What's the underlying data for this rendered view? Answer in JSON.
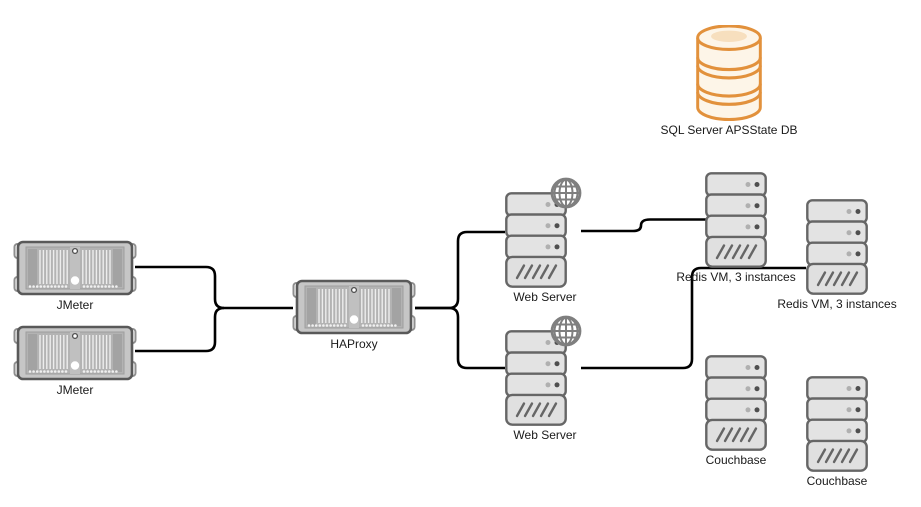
{
  "diagram": {
    "nodes": {
      "jmeter1": {
        "label": "JMeter",
        "type": "rack-server"
      },
      "jmeter2": {
        "label": "JMeter",
        "type": "rack-server"
      },
      "haproxy": {
        "label": "HAProxy",
        "type": "rack-server"
      },
      "webserver1": {
        "label": "Web Server",
        "type": "tower-server",
        "badge": "globe"
      },
      "webserver2": {
        "label": "Web Server",
        "type": "tower-server",
        "badge": "globe"
      },
      "redis1": {
        "label": "Redis VM, 3 instances",
        "type": "tower-server"
      },
      "redis2": {
        "label": "Redis VM, 3 instances",
        "type": "tower-server"
      },
      "couchbase1": {
        "label": "Couchbase",
        "type": "tower-server"
      },
      "couchbase2": {
        "label": "Couchbase",
        "type": "tower-server"
      },
      "sqldb": {
        "label": "SQL Server APSState DB",
        "type": "database-cylinder"
      }
    },
    "edges": [
      {
        "from": "jmeter1",
        "to": "haproxy"
      },
      {
        "from": "jmeter2",
        "to": "haproxy"
      },
      {
        "from": "haproxy",
        "to": "webserver1"
      },
      {
        "from": "haproxy",
        "to": "webserver2"
      },
      {
        "from": "webserver1",
        "to": "redis1"
      },
      {
        "from": "webserver2",
        "to": "redis2"
      }
    ],
    "colors": {
      "connector": "#000000",
      "server_stroke": "#666666",
      "server_fill": "#e3e3e3",
      "rack_fill": "#c6c6c6",
      "rack_stroke": "#595959",
      "globe_stroke": "#7f7f7f",
      "db_stroke": "#e2913c",
      "db_fill": "#fdf5e8",
      "db_top_fill": "#f7dfbe",
      "label_text": "#1a1a1a"
    }
  }
}
